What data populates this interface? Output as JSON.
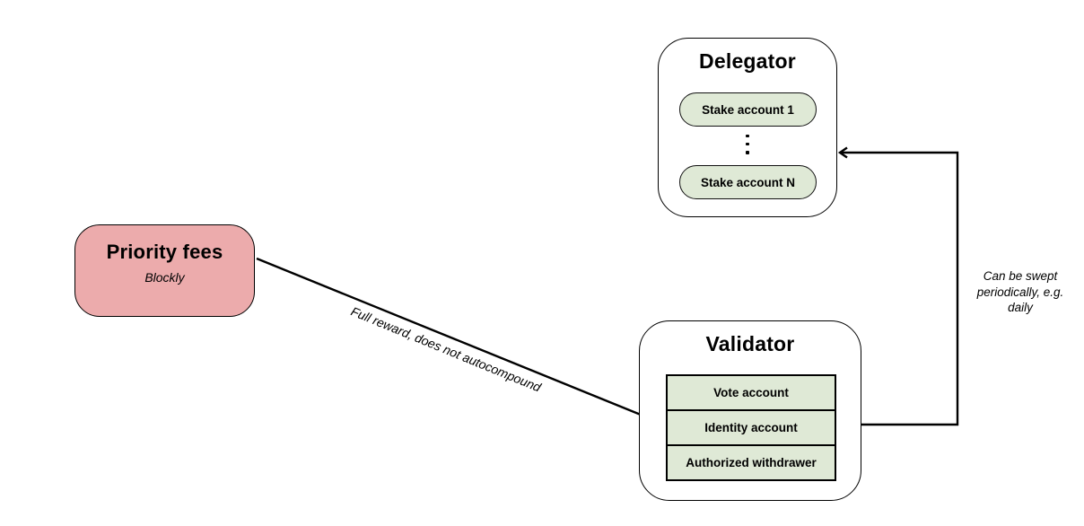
{
  "canvas": {
    "background": "#ffffff"
  },
  "colors": {
    "priority_fill": "#ecabac",
    "account_fill": "#dfe9d6",
    "node_fill": "#ffffff",
    "line": "#000000"
  },
  "nodes": {
    "delegator": {
      "title": "Delegator",
      "stake_accounts": [
        "Stake account 1",
        "Stake account N"
      ],
      "ellipsis": "⋮"
    },
    "priority_fees": {
      "title": "Priority fees",
      "subtitle": "Blockly"
    },
    "validator": {
      "title": "Validator",
      "accounts": [
        "Vote account",
        "Identity account",
        "Authorized withdrawer"
      ]
    }
  },
  "edges": {
    "reward": {
      "from": "Priority fees",
      "to": "Identity account",
      "label": "Full reward, does not autocompound"
    },
    "sweep": {
      "from": "Identity account",
      "to": "Delegator",
      "label": "Can be swept periodically, e.g. daily"
    }
  }
}
